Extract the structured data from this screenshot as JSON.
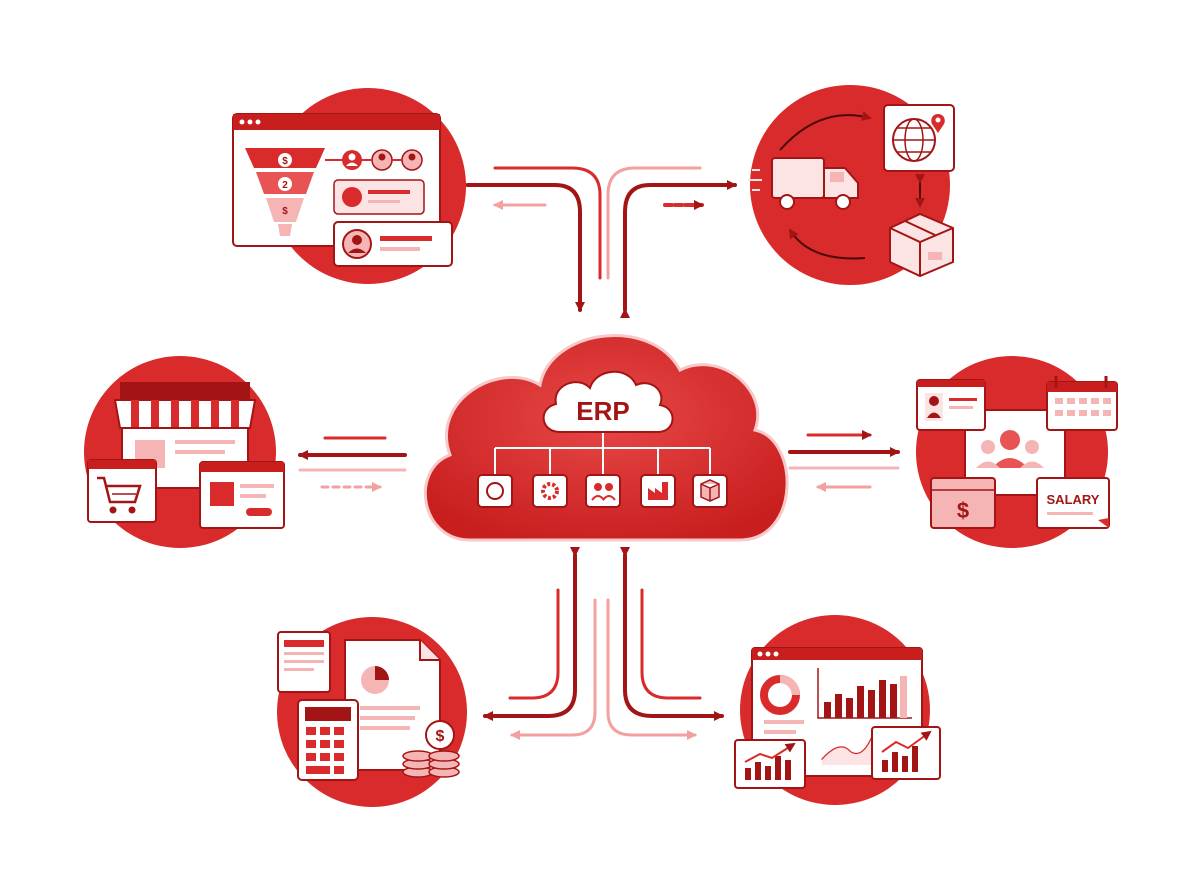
{
  "center": {
    "label": "ERP"
  },
  "hr": {
    "salary_label": "SALARY",
    "money_symbol": "$"
  },
  "crm": {
    "funnel_marks": [
      "$",
      "2",
      "$"
    ]
  },
  "finance": {
    "coin_symbol": "$"
  },
  "colors": {
    "primary": "#d92b2b",
    "dark": "#a31515",
    "light": "#f5b5b5",
    "pale": "#fde4e4",
    "white": "#ffffff"
  },
  "icons": [
    "cloud-icon",
    "funnel-icon",
    "truck-icon",
    "globe-icon",
    "package-icon",
    "storefront-icon",
    "cart-icon",
    "calendar-icon",
    "team-icon",
    "salary-icon",
    "calculator-icon",
    "coins-icon",
    "chart-icon",
    "arrow-icon"
  ]
}
